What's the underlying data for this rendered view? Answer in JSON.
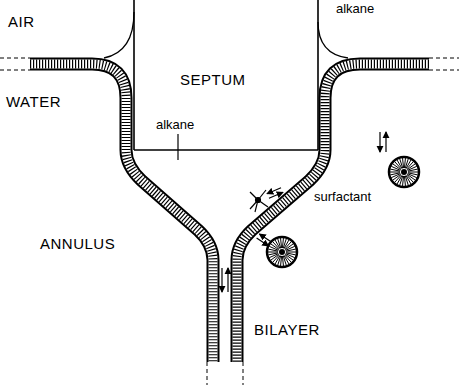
{
  "diagram": {
    "labels": [
      "AIR",
      "alkane",
      "WATER",
      "SEPTUM",
      "alkane",
      "surfactant",
      "ANNULUS",
      "BILAYER"
    ]
  }
}
